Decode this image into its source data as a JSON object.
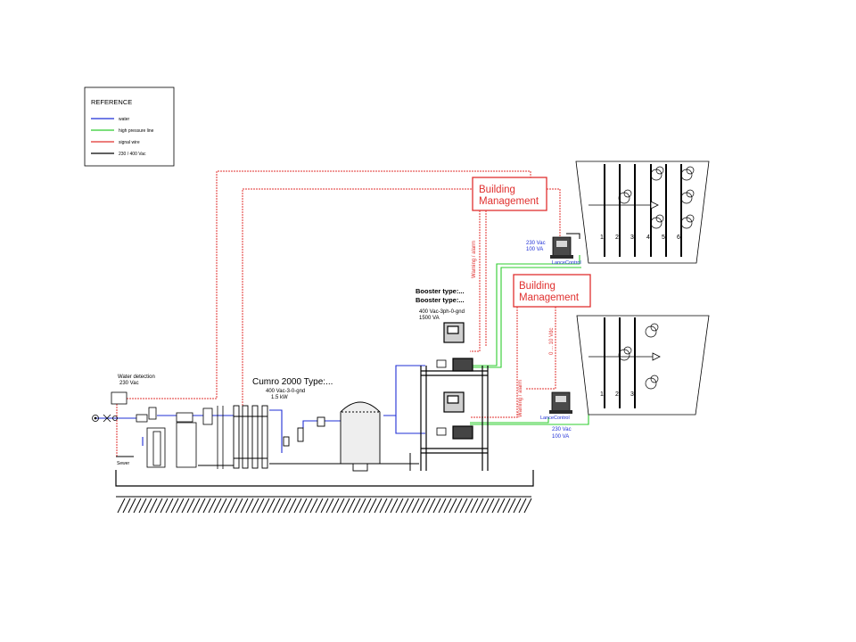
{
  "legend": {
    "title": "REFERENCE",
    "items": [
      {
        "label": "water",
        "color": "#1f2fd6"
      },
      {
        "label": "high pressure line",
        "color": "#2ecc2e"
      },
      {
        "label": "signal wire",
        "color": "#e0302f"
      },
      {
        "label": "230 / 400 Vac",
        "color": "#000000"
      }
    ]
  },
  "colors": {
    "water": "#1f2fd6",
    "high_pressure": "#2ecc2e",
    "signal": "#e0302f",
    "power": "#000000",
    "building_mgmt": "#e0302f"
  },
  "labels": {
    "building_mgmt_1": [
      "Building",
      "Management"
    ],
    "building_mgmt_2": [
      "Building",
      "Management"
    ],
    "water_detection": "Water detection",
    "water_detection_voltage": "230 Vac",
    "sewer": "Sewer",
    "cumro_type": "Cumro 2000 Type:...",
    "cumro_power_1": "400 Vac-3-0-gnd",
    "cumro_power_2": "1.5 kW",
    "booster_type_1": "Booster type:...",
    "booster_type_2": "Booster type:...",
    "booster_power_1": "400 Vac-3ph-0-gnd",
    "booster_power_2": "1500 VA",
    "lc1_voltage": "230 Vac",
    "lc1_power": "100 VA",
    "lc1_name": "LanceControl",
    "lc2_name": "LanceControl",
    "lc2_voltage": "230 Vac",
    "lc2_power": "100 VA",
    "warning_alarm_1": "Warning / alarm",
    "warning_alarm_2": "Warning / alarm",
    "control_signal": "0 ... 10 Vdc",
    "zone1_numbers": [
      "1",
      "2",
      "3",
      "4",
      "5",
      "6"
    ],
    "zone2_numbers": [
      "1",
      "2",
      "3"
    ]
  }
}
